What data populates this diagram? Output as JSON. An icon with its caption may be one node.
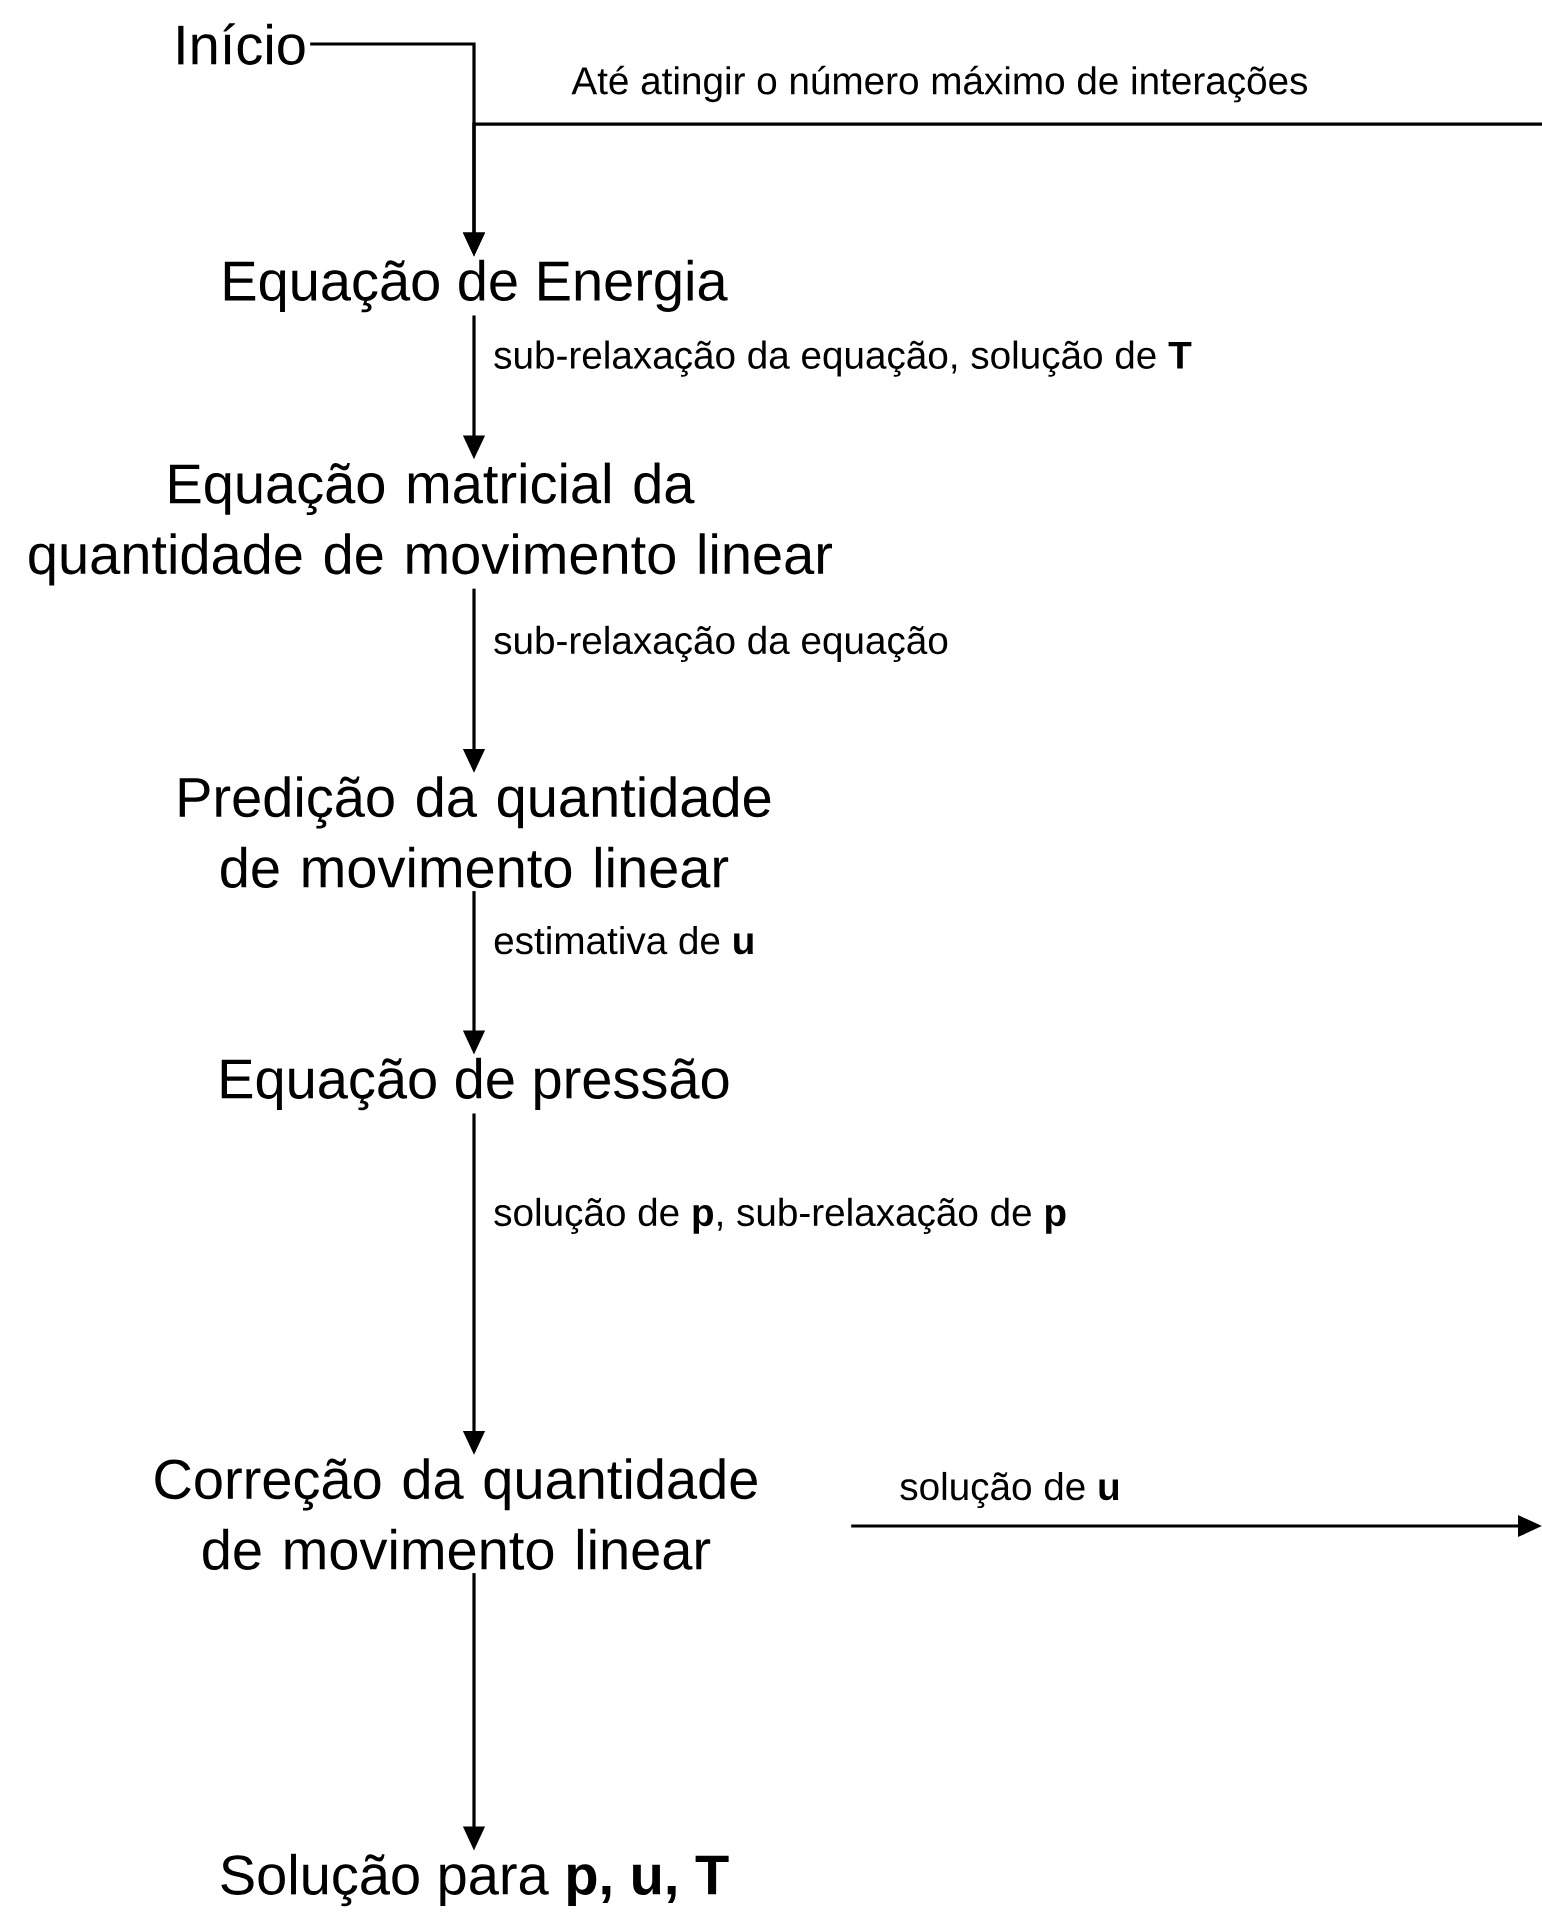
{
  "diagram": {
    "nodes": [
      {
        "text": [
          "Início"
        ]
      },
      {
        "text": [
          "Equação de Energia"
        ]
      },
      {
        "text": [
          "Equação matricial da quantidade de movimento linear"
        ]
      },
      {
        "text": [
          "Predição da quantidade de movimento linear"
        ]
      },
      {
        "text": [
          "Equação de pressão"
        ]
      },
      {
        "text": [
          "Correção da quantidade de movimento linear"
        ]
      },
      {
        "text": [
          "Solução para **p, u, T**"
        ]
      }
    ],
    "edges": [
      {
        "from": 0,
        "to": 1,
        "arrow": "to"
      },
      {
        "from": null,
        "to": 1,
        "arrow": "to",
        "label": "Até atingir o número máximo de interações"
      },
      {
        "from": 1,
        "to": 2,
        "arrow": "to",
        "label": "sub-relaxação da equação, solução de **T**"
      },
      {
        "from": 2,
        "to": 3,
        "arrow": "to",
        "label": "sub-relaxação da equação"
      },
      {
        "from": 3,
        "to": 4,
        "arrow": "to",
        "label": "estimativa de **u**"
      },
      {
        "from": 4,
        "to": 5,
        "arrow": "to",
        "label": "solução de **p**, sub-relaxação de **p**"
      },
      {
        "from": 5,
        "to": 6,
        "arrow": "to"
      },
      {
        "from": 5,
        "to": null,
        "arrow": "to",
        "label": "solução de **u**"
      }
    ]
  }
}
